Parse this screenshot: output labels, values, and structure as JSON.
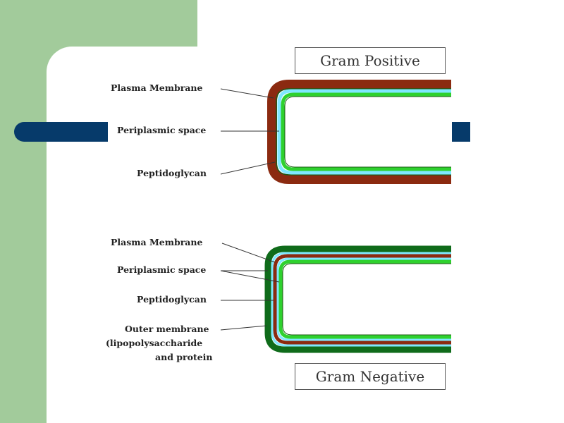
{
  "gram_positive": {
    "title": "Gram Positive",
    "labels": {
      "plasma_membrane": "Plasma Membrane",
      "periplasmic_space": "Periplasmic space",
      "peptidoglycan": "Peptidoglycan"
    }
  },
  "gram_negative": {
    "title": "Gram Negative",
    "labels": {
      "plasma_membrane": "Plasma Membrane",
      "periplasmic_space": "Periplasmic space",
      "peptidoglycan": "Peptidoglycan",
      "outer_membrane_1": "Outer membrane",
      "outer_membrane_2": "(lipopolysaccharide",
      "outer_membrane_3": "and protein"
    }
  },
  "colors": {
    "background_strip": "#a2cb9b",
    "accent_bar": "#063a6a",
    "peptidoglycan": "#8b2a10",
    "plasma_membrane": "#2ed12e",
    "periplasmic_space": "#7fe8ff",
    "outer_membrane": "#0f6b1a"
  }
}
